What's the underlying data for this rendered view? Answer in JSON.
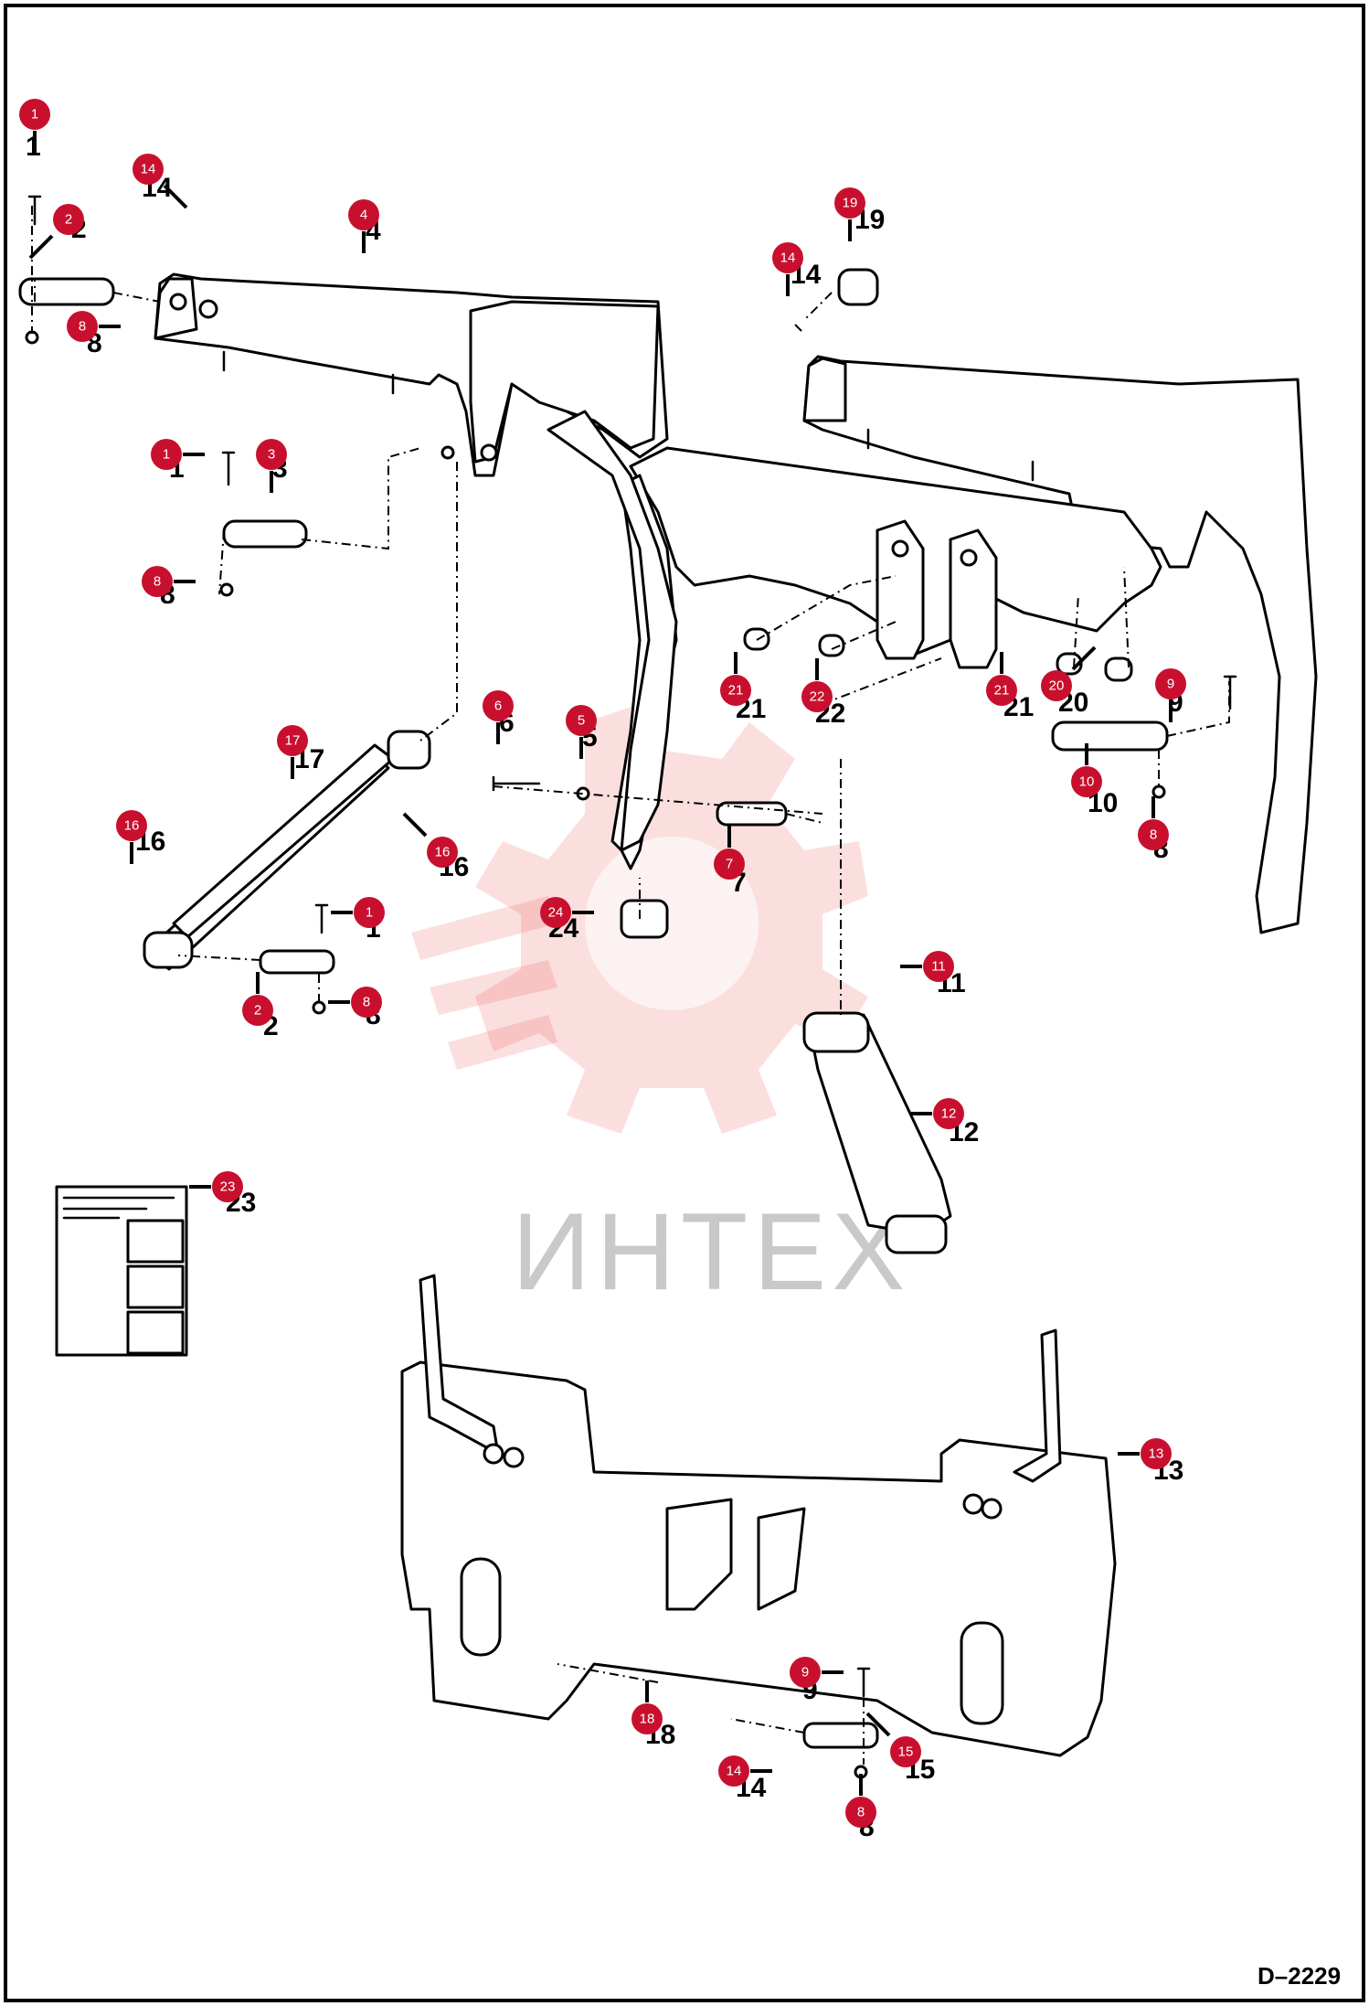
{
  "drawing_number": "D–2229",
  "watermark": {
    "text": "ИНТЕХ",
    "color": "#e8504a"
  },
  "callout_color": "#c8102e",
  "callouts": [
    {
      "num": "1"
    },
    {
      "num": "14"
    },
    {
      "num": "2"
    },
    {
      "num": "4"
    },
    {
      "num": "8"
    },
    {
      "num": "1"
    },
    {
      "num": "3"
    },
    {
      "num": "8"
    },
    {
      "num": "19"
    },
    {
      "num": "14"
    },
    {
      "num": "17"
    },
    {
      "num": "16"
    },
    {
      "num": "16"
    },
    {
      "num": "6"
    },
    {
      "num": "5"
    },
    {
      "num": "7"
    },
    {
      "num": "24"
    },
    {
      "num": "1"
    },
    {
      "num": "2"
    },
    {
      "num": "8"
    },
    {
      "num": "21"
    },
    {
      "num": "22"
    },
    {
      "num": "21"
    },
    {
      "num": "20"
    },
    {
      "num": "9"
    },
    {
      "num": "10"
    },
    {
      "num": "8"
    },
    {
      "num": "11"
    },
    {
      "num": "12"
    },
    {
      "num": "23"
    },
    {
      "num": "13"
    },
    {
      "num": "9"
    },
    {
      "num": "18"
    },
    {
      "num": "14"
    },
    {
      "num": "15"
    },
    {
      "num": "8"
    }
  ],
  "part_numbers": [
    "1",
    "14",
    "2",
    "4",
    "8",
    "1",
    "3",
    "8",
    "19",
    "14",
    "17",
    "16",
    "16",
    "6",
    "5",
    "7",
    "24",
    "1",
    "2",
    "8",
    "21",
    "22",
    "21",
    "20",
    "9",
    "10",
    "8",
    "11",
    "12",
    "23",
    "13",
    "9",
    "18",
    "14",
    "15",
    "8"
  ]
}
